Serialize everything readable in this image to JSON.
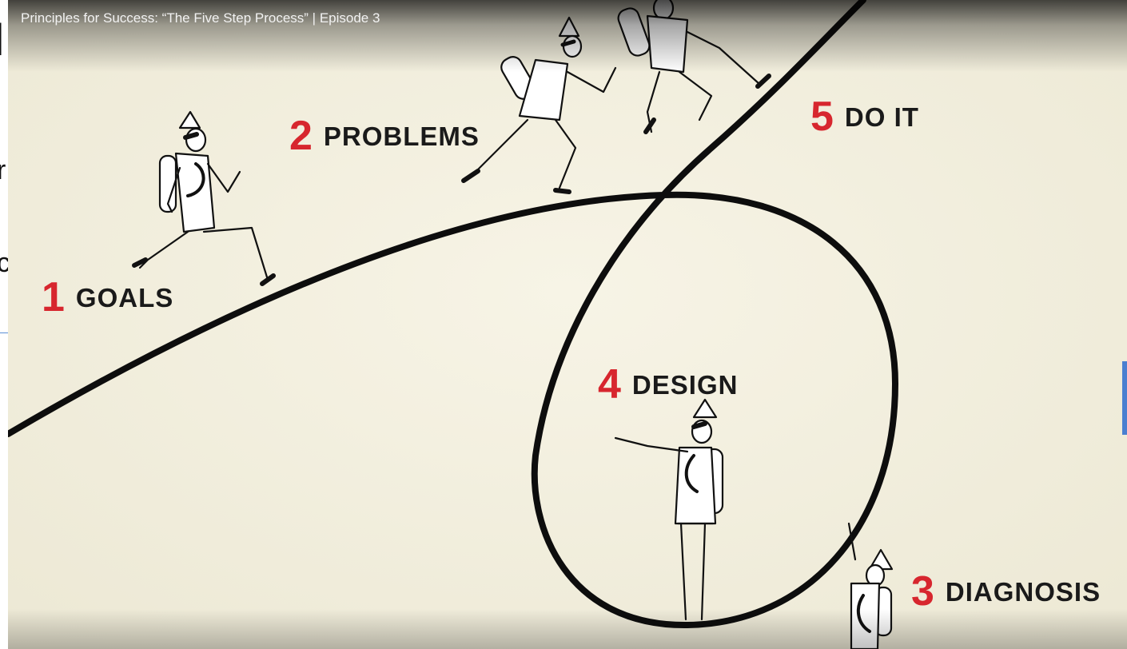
{
  "video": {
    "title": "Principles for Success: “The Five Step Process” | Episode 3"
  },
  "steps": [
    {
      "number": "1",
      "label": "GOALS"
    },
    {
      "number": "2",
      "label": "PROBLEMS"
    },
    {
      "number": "3",
      "label": "DIAGNOSIS"
    },
    {
      "number": "4",
      "label": "DESIGN"
    },
    {
      "number": "5",
      "label": "DO IT"
    }
  ],
  "background_page": {
    "left_edge_glyphs": [
      "r",
      "c"
    ]
  },
  "colors": {
    "number_red": "#d7262e",
    "label_dark": "#1a1a1a",
    "paper": "#f4f1e1",
    "path_line": "#0d0d0d"
  }
}
